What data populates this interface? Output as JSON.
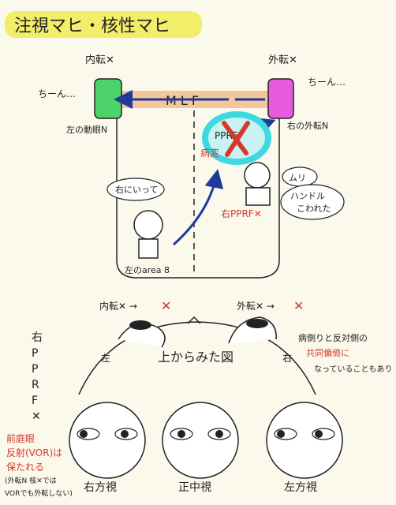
{
  "title": "注視マヒ・核性マヒ",
  "top": {
    "naiten_label": "内転✕",
    "gaiten_label": "外転✕",
    "left_chiin": "ちーん…",
    "right_chiin": "ちーん…",
    "mlf_label": "M L F",
    "left_nucleus": "左の動眼N",
    "right_nucleus": "右の外転N",
    "pprf_box": "PPRF",
    "lesion": "病変",
    "bubble_left": "右にいって",
    "bubble_muri": "ムリ",
    "bubble_handle": "ハンドル\nこわれた",
    "right_pprf": "右PPRF✕",
    "area8": "左のarea 8"
  },
  "middle": {
    "vertical_label": "右\nP\nP\nR\nF\n✕",
    "naiten_cross": "内転✕ → ✕",
    "gaiten_cross": "外転✕ → ✕",
    "note": "病側りと反対側の\n共同偏倚に\nなっていることもあり",
    "left_mark": "左",
    "right_mark": "右",
    "top_view": "上からみた図"
  },
  "bottom": {
    "vor_note_1": "前庭眼",
    "vor_note_2": "反射(VOR)は",
    "vor_note_3": "保たれる",
    "vor_note_4": "(外転N 核✕では",
    "vor_note_5": "VORでも外転しない)",
    "gaze_left": "右方視",
    "gaze_center": "正中視",
    "gaze_right": "左方視"
  },
  "colors": {
    "title_highlight": "#f3ee6a",
    "green_box": "#4cd36a",
    "pink_box": "#e85be0",
    "mlf_bar": "#f4c79a",
    "arrow_blue": "#1f3a9a",
    "cyan_circle": "#3ed9e0",
    "red_x": "#d33a2c"
  }
}
